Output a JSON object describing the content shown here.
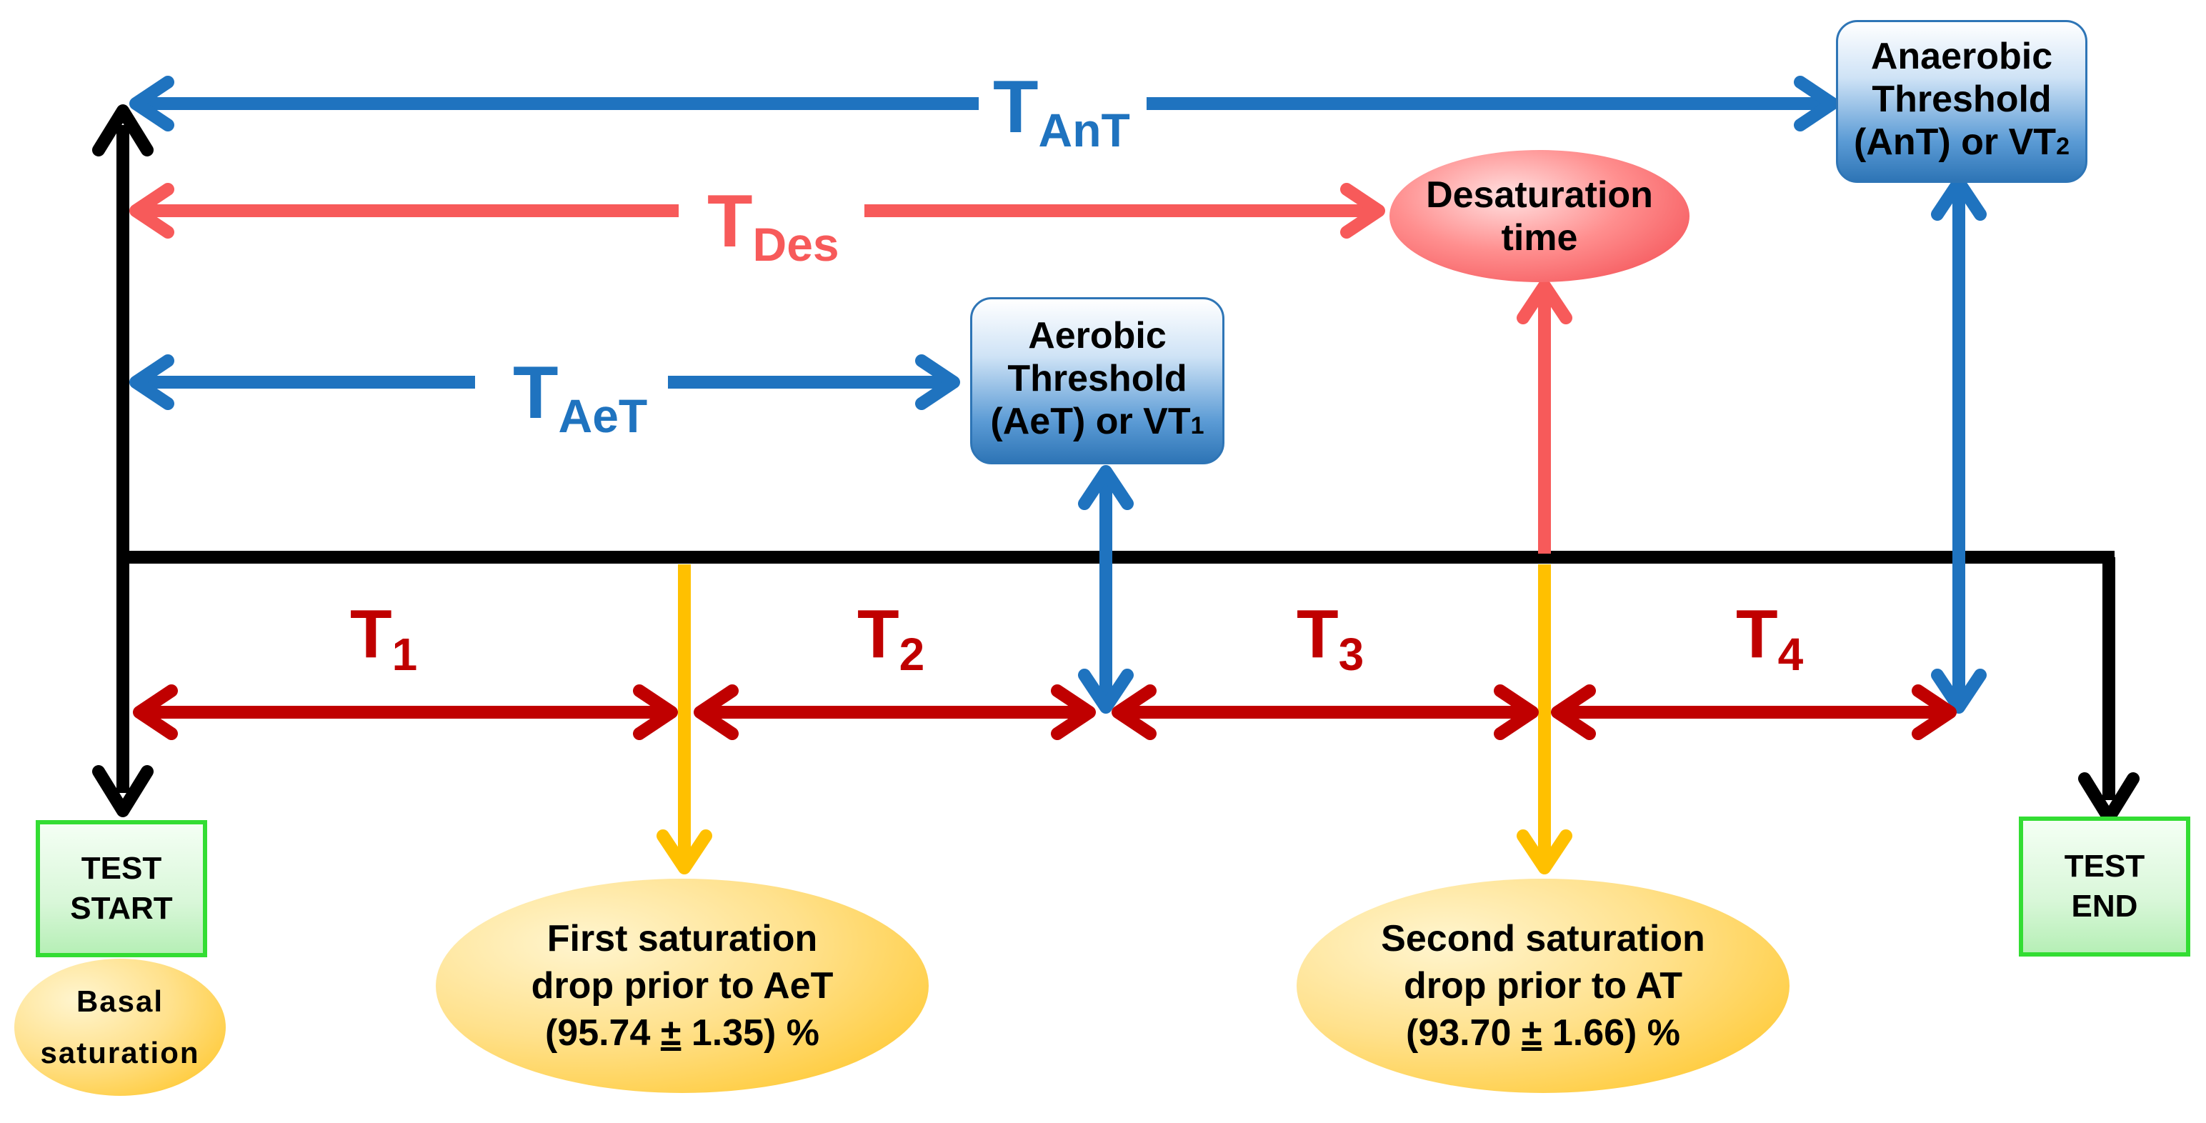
{
  "colors": {
    "black": "#000000",
    "blue": "#1f73bf",
    "salmon": "#f75a5a",
    "crimson": "#c00000",
    "amber": "#ffc000"
  },
  "labels": {
    "t_ant": "T",
    "t_ant_sub": "AnT",
    "t_des": "T",
    "t_des_sub": "Des",
    "t_aet": "T",
    "t_aet_sub": "AeT",
    "t1": "T",
    "t1_sub": "1",
    "t2": "T",
    "t2_sub": "2",
    "t3": "T",
    "t3_sub": "3",
    "t4": "T",
    "t4_sub": "4"
  },
  "boxes": {
    "anaerobic": {
      "line1": "Anaerobic",
      "line2": "Threshold",
      "line3": "(AnT) or VT",
      "line3_sub": "2"
    },
    "aerobic": {
      "line1": "Aerobic",
      "line2": "Threshold",
      "line3": "(AeT) or VT",
      "line3_sub": "1"
    },
    "desaturation": {
      "line1": "Desaturation",
      "line2": "time"
    },
    "test_start": {
      "line1": "TEST",
      "line2": "START"
    },
    "test_end": {
      "line1": "TEST",
      "line2": "END"
    },
    "basal": {
      "line1": "Basal",
      "line2": "saturation"
    },
    "first_drop": {
      "line1": "First saturation",
      "line2": "drop prior to AeT",
      "line3_pre": "(95.74 ",
      "line3_pm": "±",
      "line3_post": " 1.35) %"
    },
    "second_drop": {
      "line1": "Second saturation",
      "line2": "drop prior to AT",
      "line3_pre": "(93.70 ",
      "line3_pm": "±",
      "line3_post": " 1.66) %"
    }
  }
}
